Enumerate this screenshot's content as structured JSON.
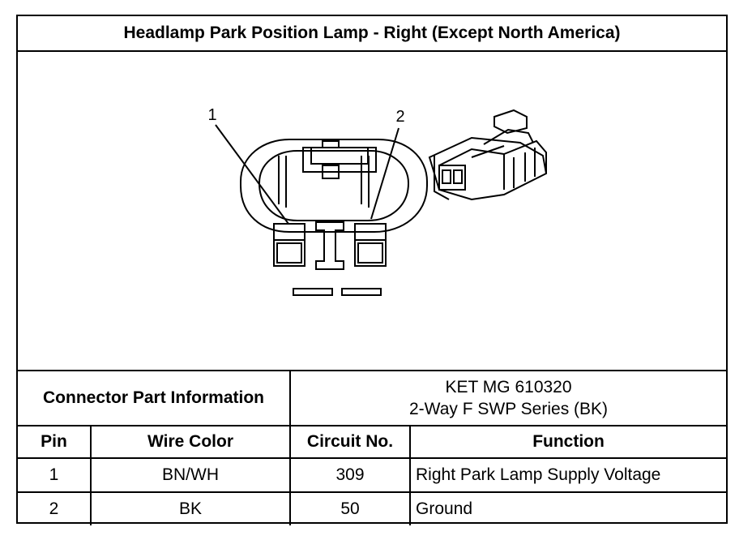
{
  "title": "Headlamp Park Position Lamp - Right (Except North America)",
  "diagram": {
    "callouts": [
      "1",
      "2"
    ]
  },
  "connector_info": {
    "label": "Connector Part Information",
    "part_number": "KET MG 610320",
    "description": "2-Way F SWP Series (BK)"
  },
  "table": {
    "headers": [
      "Pin",
      "Wire Color",
      "Circuit No.",
      "Function"
    ],
    "rows": [
      {
        "pin": "1",
        "wire_color": "BN/WH",
        "circuit": "309",
        "function": "Right Park Lamp Supply Voltage"
      },
      {
        "pin": "2",
        "wire_color": "BK",
        "circuit": "50",
        "function": "Ground"
      }
    ]
  }
}
